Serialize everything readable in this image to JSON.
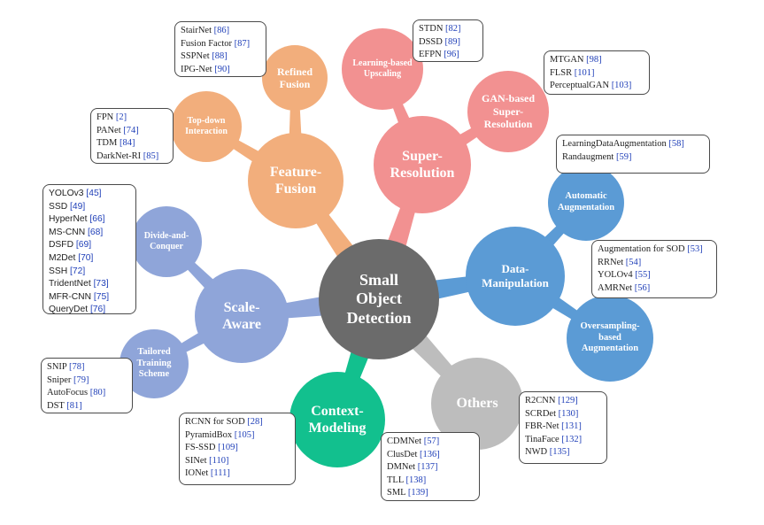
{
  "colors": {
    "center": "#6b6b6b",
    "feature_fusion": "#f2ae7c",
    "super_resolution": "#f29191",
    "data_manipulation": "#5b9bd5",
    "scale_aware": "#8fa5d9",
    "context_modeling": "#12c08e",
    "others": "#bdbdbd",
    "citation": "#1f3fb8"
  },
  "center": {
    "label": "Small\nObject\nDetection"
  },
  "branches": {
    "feature_fusion": {
      "label": "Feature-\nFusion",
      "sub": {
        "refined_fusion": {
          "label": "Refined\nFusion",
          "items": [
            [
              "StairNet ",
              "[86]"
            ],
            [
              "Fusion Factor ",
              "[87]"
            ],
            [
              "SSPNet ",
              "[88]"
            ],
            [
              "IPG-Net ",
              "[90]"
            ]
          ]
        },
        "top_down": {
          "label": "Top-down\nInteraction",
          "items": [
            [
              "FPN ",
              "[2]"
            ],
            [
              "PANet ",
              "[74]"
            ],
            [
              "TDM ",
              "[84]"
            ],
            [
              "DarkNet-RI ",
              "[85]"
            ]
          ]
        }
      }
    },
    "super_resolution": {
      "label": "Super-\nResolution",
      "sub": {
        "learning_based": {
          "label": "Learning-based\nUpscaling",
          "items": [
            [
              "STDN ",
              "[82]"
            ],
            [
              "DSSD ",
              "[89]"
            ],
            [
              "EFPN ",
              "[96]"
            ]
          ]
        },
        "gan_based": {
          "label": "GAN-based\nSuper-\nResolution",
          "items": [
            [
              "MTGAN ",
              "[98]"
            ],
            [
              "FLSR ",
              "[101]"
            ],
            [
              "PerceptualGAN ",
              "[103]"
            ]
          ]
        }
      }
    },
    "data_manipulation": {
      "label": "Data-\nManipulation",
      "sub": {
        "automatic": {
          "label": "Automatic\nAugmentation",
          "items": [
            [
              "LearningDataAugmentation ",
              "[58]"
            ],
            [
              "Randaugment ",
              "[59]"
            ]
          ]
        },
        "oversampling": {
          "label": "Oversampling-\nbased\nAugmentation",
          "items": [
            [
              "Augmentation for SOD ",
              "[53]"
            ],
            [
              "RRNet ",
              "[54]"
            ],
            [
              "YOLOv4 ",
              "[55]"
            ],
            [
              "AMRNet ",
              "[56]"
            ]
          ]
        }
      }
    },
    "scale_aware": {
      "label": "Scale-\nAware",
      "sub": {
        "divide": {
          "label": "Divide-and-\nConquer",
          "items": [
            [
              "YOLOv3 ",
              "[45]"
            ],
            [
              "SSD ",
              "[49]"
            ],
            [
              "HyperNet ",
              "[66]"
            ],
            [
              "MS-CNN ",
              "[68]"
            ],
            [
              "DSFD ",
              "[69]"
            ],
            [
              "M2Det ",
              "[70]"
            ],
            [
              "SSH ",
              "[72]"
            ],
            [
              "TridentNet ",
              "[73]"
            ],
            [
              "MFR-CNN ",
              "[75]"
            ],
            [
              "QueryDet ",
              "[76]"
            ]
          ]
        },
        "tailored": {
          "label": "Tailored\nTraining\nScheme",
          "items": [
            [
              "SNIP ",
              "[78]"
            ],
            [
              "Sniper ",
              "[79]"
            ],
            [
              "AutoFocus ",
              "[80]"
            ],
            [
              "DST ",
              "[81]"
            ]
          ]
        }
      }
    },
    "context_modeling": {
      "label": "Context-\nModeling",
      "items": [
        [
          "RCNN for SOD ",
          "[28]"
        ],
        [
          "PyramidBox ",
          "[105]"
        ],
        [
          "FS-SSD ",
          "[109]"
        ],
        [
          "SINet ",
          "[110]"
        ],
        [
          "IONet ",
          "[111]"
        ]
      ]
    },
    "others": {
      "label": "Others",
      "items_right": [
        [
          "R2CNN ",
          "[129]"
        ],
        [
          "SCRDet ",
          "[130]"
        ],
        [
          "FBR-Net ",
          "[131]"
        ],
        [
          "TinaFace ",
          "[132]"
        ],
        [
          "NWD ",
          "[135]"
        ]
      ],
      "items_left": [
        [
          "CDMNet ",
          "[57]"
        ],
        [
          "ClusDet ",
          "[136]"
        ],
        [
          "DMNet ",
          "[137]"
        ],
        [
          "TLL ",
          "[138]"
        ],
        [
          "SML ",
          "[139]"
        ]
      ]
    }
  }
}
